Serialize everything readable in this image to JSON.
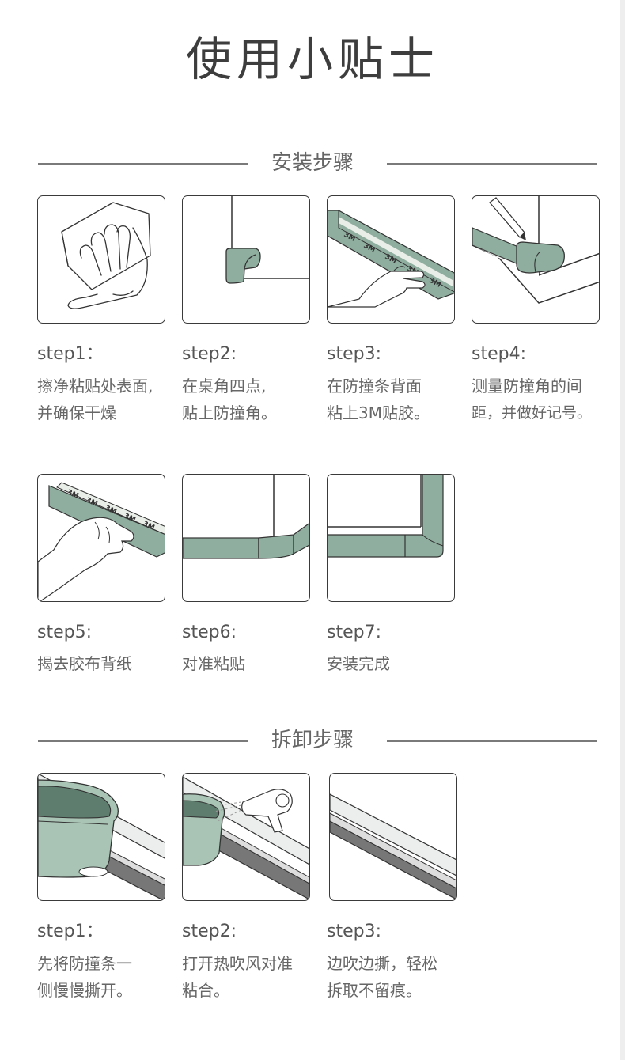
{
  "title": "使用小贴士",
  "install": {
    "heading": "安装步骤",
    "steps": [
      {
        "label": "step1：",
        "line1": "擦净粘贴处表面,",
        "line2": "并确保干燥"
      },
      {
        "label": "step2:",
        "line1": "在桌角四点,",
        "line2": "贴上防撞角。"
      },
      {
        "label": "step3:",
        "line1": "在防撞条背面",
        "line2": "粘上3M贴胶。"
      },
      {
        "label": "step4:",
        "line1": "测量防撞角的间",
        "line2": "距，并做好记号。"
      },
      {
        "label": "step5:",
        "line1": "揭去胶布背纸",
        "line2": ""
      },
      {
        "label": "step6:",
        "line1": "对准粘贴",
        "line2": ""
      },
      {
        "label": "step7:",
        "line1": "安装完成",
        "line2": ""
      }
    ]
  },
  "removal": {
    "heading": "拆卸步骤",
    "steps": [
      {
        "label": "step1：",
        "line1": "先将防撞条一",
        "line2": "侧慢慢撕开。"
      },
      {
        "label": "step2:",
        "line1": "打开热吹风对准",
        "line2": "粘合。"
      },
      {
        "label": "step3:",
        "line1": "边吹边撕，轻松",
        "line2": "拆取不留痕。"
      }
    ]
  },
  "tape_text": "3M",
  "colors": {
    "accent_green": "#8fae9f",
    "dark_green": "#5e7d6f",
    "outline": "#3a3a3a"
  }
}
